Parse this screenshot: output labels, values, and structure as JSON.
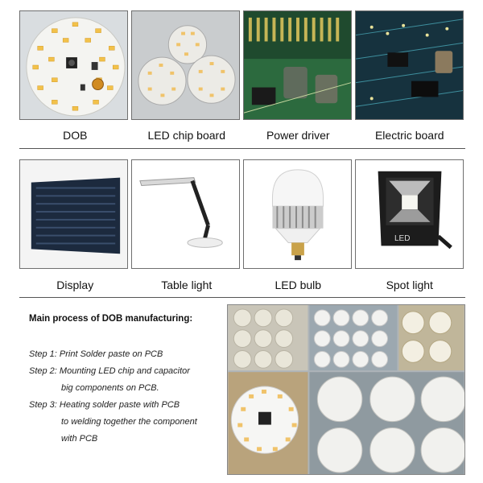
{
  "categories_top": [
    "DOB",
    "LED chip board",
    "Power driver",
    "Electric board"
  ],
  "categories_bottom": [
    "Display",
    "Table light",
    "LED bulb",
    "Spot light"
  ],
  "spotlight_label": "LED",
  "process": {
    "title": "Main process of DOB manufacturing:",
    "step1": "Step 1: Print Solder paste on PCB",
    "step2_line1": "Step 2: Mounting LED chip and capacitor",
    "step2_line2": "big components on PCB.",
    "step3_line1": "Step 3: Heating solder paste with PCB",
    "step3_line2": "to welding together the component",
    "step3_line3": "with PCB"
  },
  "colors": {
    "pcb_green": "#1f4a2e",
    "led_yellow": "#f2c14a",
    "board_blue": "#16323e",
    "spot_black": "#1c1c1c"
  }
}
